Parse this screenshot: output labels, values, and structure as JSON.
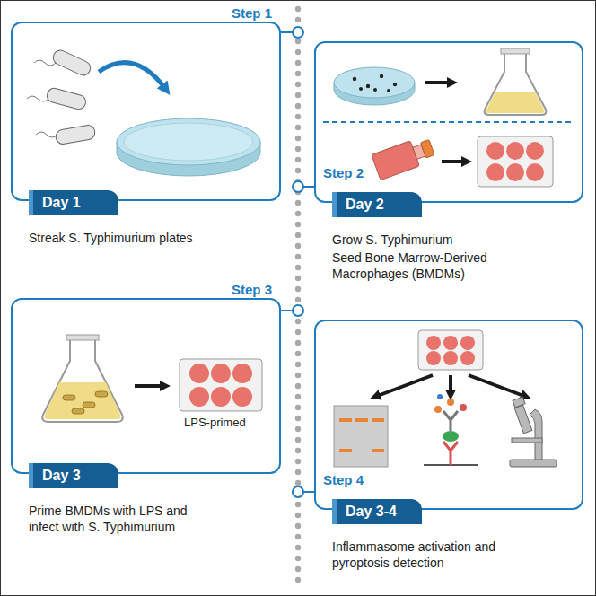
{
  "diagram": {
    "nodes": [
      {
        "text": [
          "Streak S. Typhimurium plates"
        ]
      },
      {
        "text": [
          "Day 1"
        ],
        "in": 0
      },
      {
        "text": [
          "Grow S. Typhimurium",
          "Seed Bone Marrow-Derived Macrophages (BMDMs)"
        ]
      },
      {
        "text": [
          "Day 2"
        ],
        "in": 2
      },
      {
        "text": [
          "Prime BMDMs with LPS and infect with S. Typhimurium"
        ]
      },
      {
        "text": [
          "Day 3"
        ],
        "in": 4
      },
      {
        "text": [
          "Inflammasome activation and pyroptosis detection"
        ]
      },
      {
        "text": [
          "Day 3-4"
        ],
        "in": 6
      }
    ],
    "labels": [
      "Step 1",
      "Step 2",
      "Step 3",
      "Step 4",
      "LPS-primed"
    ]
  }
}
